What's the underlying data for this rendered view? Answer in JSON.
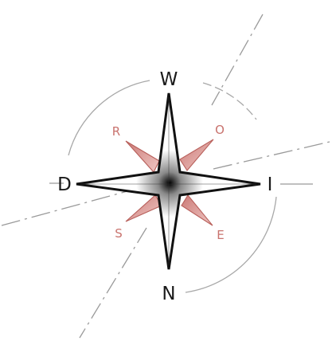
{
  "compass": {
    "cardinal_labels": {
      "top": "W",
      "bottom": "N",
      "left": "D",
      "right": "I"
    },
    "intercardinal_labels": {
      "top_left": "R",
      "top_right": "O",
      "bottom_left": "S",
      "bottom_right": "E"
    }
  },
  "colors": {
    "main_star_stroke": "#111111",
    "minor_points": "#c7706c",
    "minor_label": "#c9736e",
    "guide_lines": "#9a9a9a",
    "arcs": "#a8a8a8"
  }
}
